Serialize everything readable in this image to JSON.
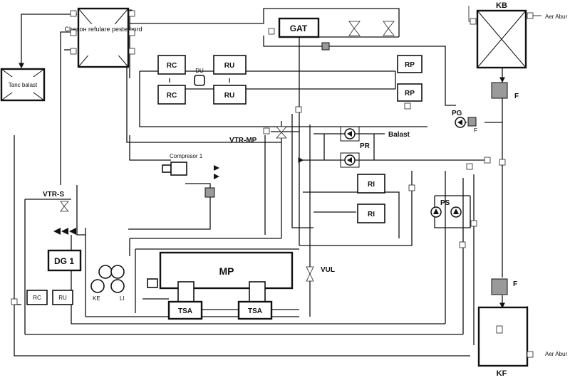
{
  "labels": {
    "cheson": "Chesoн refulare peste bord",
    "tanc_balast": "Tanc balast",
    "gat": "GAT",
    "kb": "KB",
    "kf": "KF",
    "aer_abur_top": "Aer Abur",
    "aer_abur_bottom": "Aer Abur",
    "rc_top": "RC",
    "rc_bottom": "RC",
    "du": "DU",
    "ru_top": "RU",
    "ru_bottom": "RU",
    "rp_top": "RP",
    "rp_bottom": "RP",
    "f_top": "F",
    "f_bottom": "F",
    "f_small": "F",
    "pg": "PG",
    "vtr_mp": "VTR-MP",
    "balast": "Balast",
    "pr": "PR",
    "compresor": "Compresor 1",
    "vtr_s": "VTR-S",
    "ri_top": "RI",
    "ri_bottom": "RI",
    "ps": "PS",
    "dg1": "DG 1",
    "rc_small": "RC",
    "ru_small": "RU",
    "mp": "MP",
    "ke": "KE",
    "li": "LI",
    "tsa_left": "TSA",
    "tsa_right": "TSA",
    "vul": "VUL"
  },
  "colors": {
    "line": "#111111",
    "filter_fill": "#9a9a9a",
    "background": "#ffffff"
  }
}
